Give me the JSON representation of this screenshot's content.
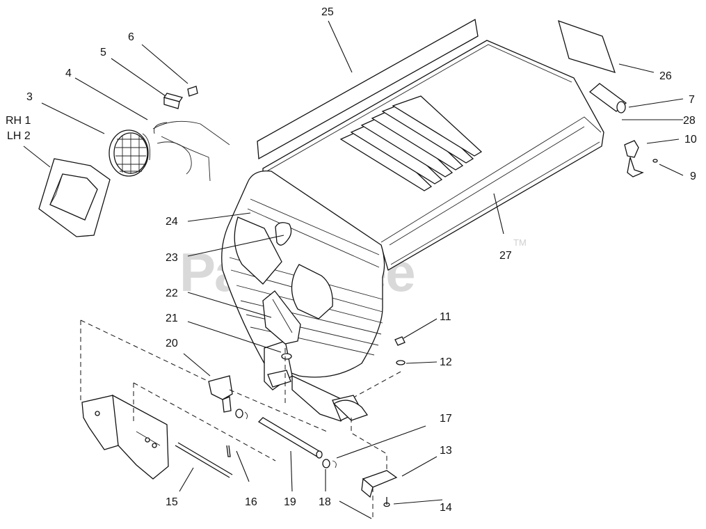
{
  "watermark": {
    "text": "PartsTree",
    "trademark": "TM"
  },
  "callouts": {
    "c1": "RH 1",
    "c2": "LH 2",
    "c3": "3",
    "c4": "4",
    "c5": "5",
    "c6": "6",
    "c7": "7",
    "c9": "9",
    "c10": "10",
    "c11": "11",
    "c12": "12",
    "c13": "13",
    "c14": "14",
    "c15": "15",
    "c16": "16",
    "c17": "17",
    "c18": "18",
    "c19": "19",
    "c20": "20",
    "c21": "21",
    "c22": "22",
    "c23": "23",
    "c24": "24",
    "c25": "25",
    "c26": "26",
    "c27": "27",
    "c28": "28"
  }
}
